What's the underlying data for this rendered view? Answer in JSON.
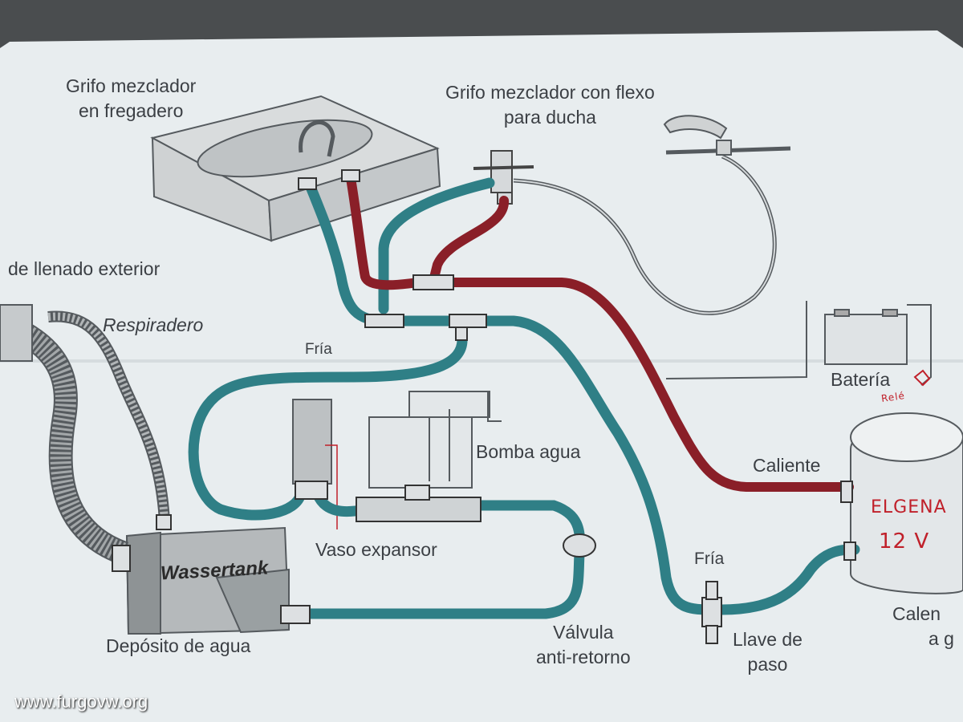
{
  "labels": {
    "sink_mixer_line1": "Grifo mezclador",
    "sink_mixer_line2": "en fregadero",
    "shower_mixer_line1": "Grifo mezclador con flexo",
    "shower_mixer_line2": "para ducha",
    "fill_inlet": "de llenado exterior",
    "vent": "Respiradero",
    "cold_top": "Fría",
    "battery": "Batería",
    "pump": "Bomba agua",
    "hot": "Caliente",
    "expansion_vessel": "Vaso expansor",
    "cold_bottom": "Fría",
    "tank_name": "Wassertank",
    "water_tank": "Depósito de agua",
    "check_valve_line1": "Válvula",
    "check_valve_line2": "anti-retorno",
    "stop_valve_line1": "Llave de",
    "stop_valve_line2": "paso",
    "heater_line1": "Calen",
    "heater_line2": "a g"
  },
  "handwritten": {
    "relay": "Relé",
    "heater_brand": "ELGENA",
    "heater_voltage": "12 V"
  },
  "watermark": "www.furgovw.org",
  "colors": {
    "cold_pipe": "#2f7f86",
    "hot_pipe": "#8a1f28",
    "handwriting": "#c0202a",
    "paper": "#e9eef0",
    "line_art": "#555a5e"
  }
}
